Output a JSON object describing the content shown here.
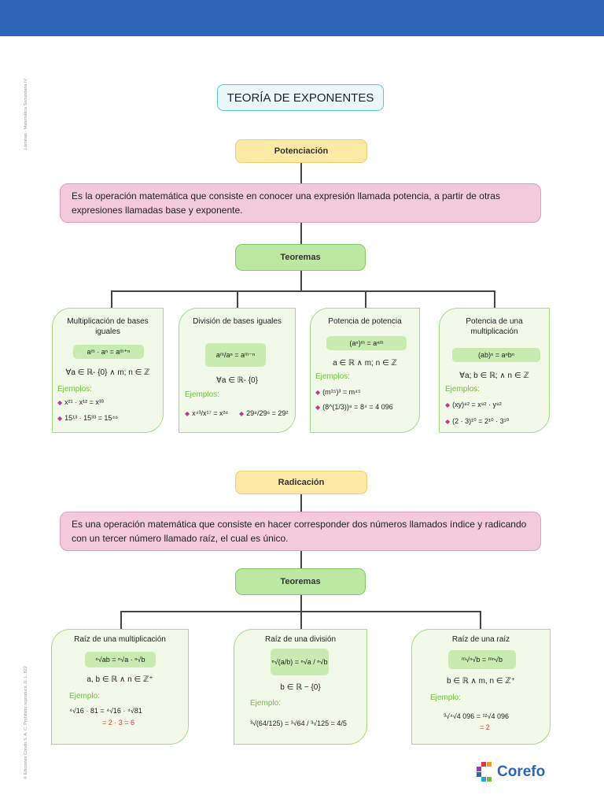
{
  "side_left_top": "Láminas - Matemática Secundaria IV",
  "side_left_bottom": "© Ediciones Corefo S. A. C. Prohibido reproducir. D. L. 822",
  "title": "TEORÍA DE EXPONENTES",
  "potenciacion": {
    "label": "Potenciación",
    "definition": "Es la operación matemática que consiste en conocer una expresión llamada potencia, a partir de otras expresiones llamadas base y exponente.",
    "teoremas": "Teoremas",
    "cards": [
      {
        "title": "Multiplicación de bases iguales",
        "formula": "aᵐ · aⁿ = aᵐ⁺ⁿ",
        "cond": "∀a ∈ ℝ- {0} ∧ m; n ∈ ℤ",
        "ej_label": "Ejemplos:",
        "ex1": "x²¹ · x¹² = x³³",
        "ex2": "15¹³ · 15³³ = 15⁴⁶"
      },
      {
        "title": "División de bases iguales",
        "formula": "aᵐ/aⁿ = aᵐ⁻ⁿ",
        "cond": "∀a ∈ ℝ- {0}",
        "ej_label": "Ejemplos:",
        "ex1": "x⁴³/x¹⁷ = x²⁶",
        "ex2": "29⁸/29⁶ = 29²"
      },
      {
        "title": "Potencia de potencia",
        "formula": "(aⁿ)ᵐ = aⁿᵐ",
        "cond": "a ∈ ℝ ∧ m; n ∈ ℤ",
        "ej_label": "Ejemplos:",
        "ex1": "(m¹⁵)³ = m⁴⁵",
        "ex2": "(8^(1/3))⁸ = 8⁴ = 4 096"
      },
      {
        "title": "Potencia de una multiplicación",
        "formula": "(ab)ⁿ = aⁿbⁿ",
        "cond": "∀a; b ∈ ℝ; ∧ n ∈ ℤ",
        "ej_label": "Ejemplos:",
        "ex1": "(xy)⁸² = x⁸² · y⁸²",
        "ex2": "(2 · 3)¹⁰ = 2¹⁰ · 3¹⁰"
      }
    ]
  },
  "radicacion": {
    "label": "Radicación",
    "definition": "Es una operación matemática que consiste en hacer corresponder dos números llamados índice y radicando con un tercer número llamado raíz, el cual es único.",
    "teoremas": "Teoremas",
    "cards": [
      {
        "title": "Raíz de una multiplicación",
        "formula": "ⁿ√ab = ⁿ√a · ⁿ√b",
        "cond": "a, b ∈ ℝ ∧ n ∈ ℤ⁺",
        "ej_label": "Ejemplo:",
        "ex1": "⁴√16 · 81 = ⁴√16 · ⁴√81",
        "ex2": "= 2 · 3 = 6"
      },
      {
        "title": "Raíz de una división",
        "formula": "ⁿ√(a/b) = ⁿ√a / ⁿ√b",
        "cond": "b ∈ ℝ − {0}",
        "ej_label": "Ejemplo:",
        "ex1": "³√(64/125) = ³√64 / ³√125 = 4/5",
        "ex2": ""
      },
      {
        "title": "Raíz de una raíz",
        "formula": "ᵐ√ⁿ√b = ᵐⁿ√b",
        "cond": "b ∈ ℝ ∧ m, n ∈ ℤ⁺",
        "ej_label": "Ejemplo:",
        "ex1": "³√⁴√4 096 = ¹²√4 096",
        "ex2": "= 2"
      }
    ]
  },
  "logo": "Corefo",
  "colors": {
    "topbar": "#2d64b4",
    "accent_green": "#6cbf3c",
    "accent_red": "#e0383e",
    "bullet": "#c2388a"
  }
}
